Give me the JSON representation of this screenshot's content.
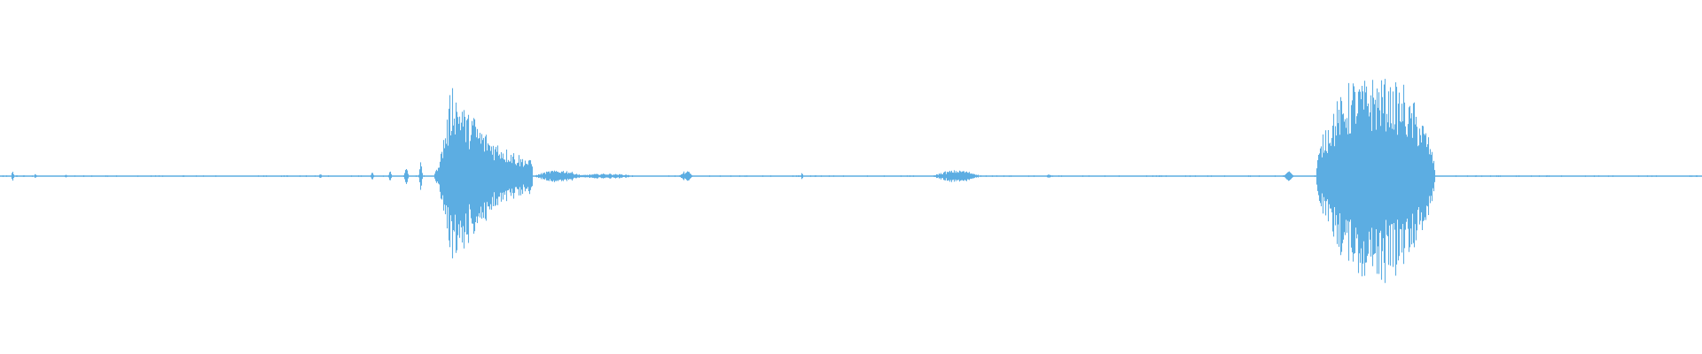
{
  "waveform": {
    "color": "#5dade2",
    "background": "#ffffff",
    "bursts": [
      {
        "label": "blip-1",
        "center": 0.0072,
        "width": 0.0025,
        "amplitude": 0.045,
        "shape": "spike"
      },
      {
        "label": "blip-2",
        "center": 0.0205,
        "width": 0.002,
        "amplitude": 0.02,
        "shape": "spike"
      },
      {
        "label": "blip-3",
        "center": 0.0385,
        "width": 0.003,
        "amplitude": 0.012,
        "shape": "spike"
      },
      {
        "label": "blip-4",
        "center": 0.188,
        "width": 0.004,
        "amplitude": 0.018,
        "shape": "spike"
      },
      {
        "label": "blip-5",
        "center": 0.2185,
        "width": 0.003,
        "amplitude": 0.035,
        "shape": "spike"
      },
      {
        "label": "blip-6",
        "center": 0.229,
        "width": 0.003,
        "amplitude": 0.045,
        "shape": "spike"
      },
      {
        "label": "blip-7",
        "center": 0.2385,
        "width": 0.004,
        "amplitude": 0.075,
        "shape": "spike"
      },
      {
        "label": "blip-8",
        "center": 0.247,
        "width": 0.003,
        "amplitude": 0.13,
        "shape": "spike"
      },
      {
        "label": "event-1",
        "center": 0.283,
        "width": 0.058,
        "amplitude": 0.92,
        "shape": "decay"
      },
      {
        "label": "tail-1",
        "center": 0.328,
        "width": 0.03,
        "amplitude": 0.06,
        "shape": "noise"
      },
      {
        "label": "tail-2",
        "center": 0.356,
        "width": 0.04,
        "amplitude": 0.025,
        "shape": "noise"
      },
      {
        "label": "tick-1",
        "center": 0.403,
        "width": 0.008,
        "amplitude": 0.05,
        "shape": "noise"
      },
      {
        "label": "tick-2",
        "center": 0.471,
        "width": 0.002,
        "amplitude": 0.03,
        "shape": "spike"
      },
      {
        "label": "murmur-1",
        "center": 0.562,
        "width": 0.03,
        "amplitude": 0.06,
        "shape": "noise"
      },
      {
        "label": "blip-9",
        "center": 0.616,
        "width": 0.006,
        "amplitude": 0.015,
        "shape": "spike"
      },
      {
        "label": "blip-10",
        "center": 0.757,
        "width": 0.008,
        "amplitude": 0.045,
        "shape": "spike"
      },
      {
        "label": "event-2",
        "center": 0.808,
        "width": 0.07,
        "amplitude": 1.0,
        "shape": "swell"
      }
    ]
  }
}
